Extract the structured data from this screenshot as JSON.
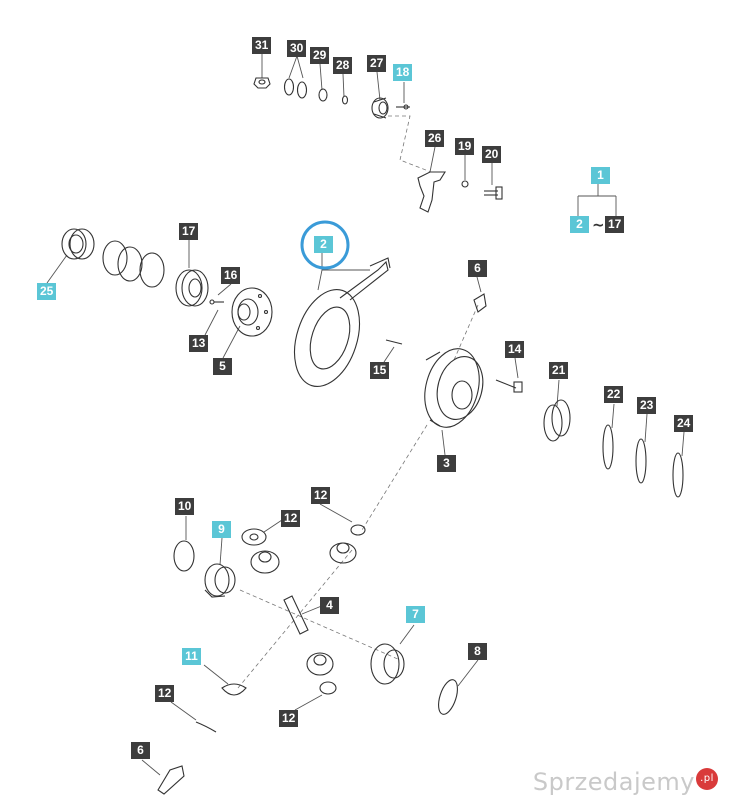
{
  "diagram": {
    "accent_colors": {
      "callout_dark": "#3d3d3d",
      "callout_cyan": "#5bc6d6",
      "highlight_ring": "#3a9bd8"
    },
    "callouts": {
      "c31": "31",
      "c30": "30",
      "c29": "29",
      "c28": "28",
      "c27": "27",
      "c18": "18",
      "c26": "26",
      "c19": "19",
      "c20": "20",
      "c1": "1",
      "c2r": "2",
      "c17r": "17",
      "c17": "17",
      "c16": "16",
      "c13": "13",
      "c5": "5",
      "c25": "25",
      "c2": "2",
      "c6a": "6",
      "c14": "14",
      "c15": "15",
      "c21": "21",
      "c3": "3",
      "c22": "22",
      "c23": "23",
      "c24": "24",
      "c10": "10",
      "c9": "9",
      "c12a": "12",
      "c12b": "12",
      "c4": "4",
      "c7": "7",
      "c8": "8",
      "c11": "11",
      "c12c": "12",
      "c12d": "12",
      "c6b": "6"
    },
    "range_separator": "~",
    "watermark": {
      "text": "Sprzedajemy",
      "badge": ".pl"
    }
  }
}
